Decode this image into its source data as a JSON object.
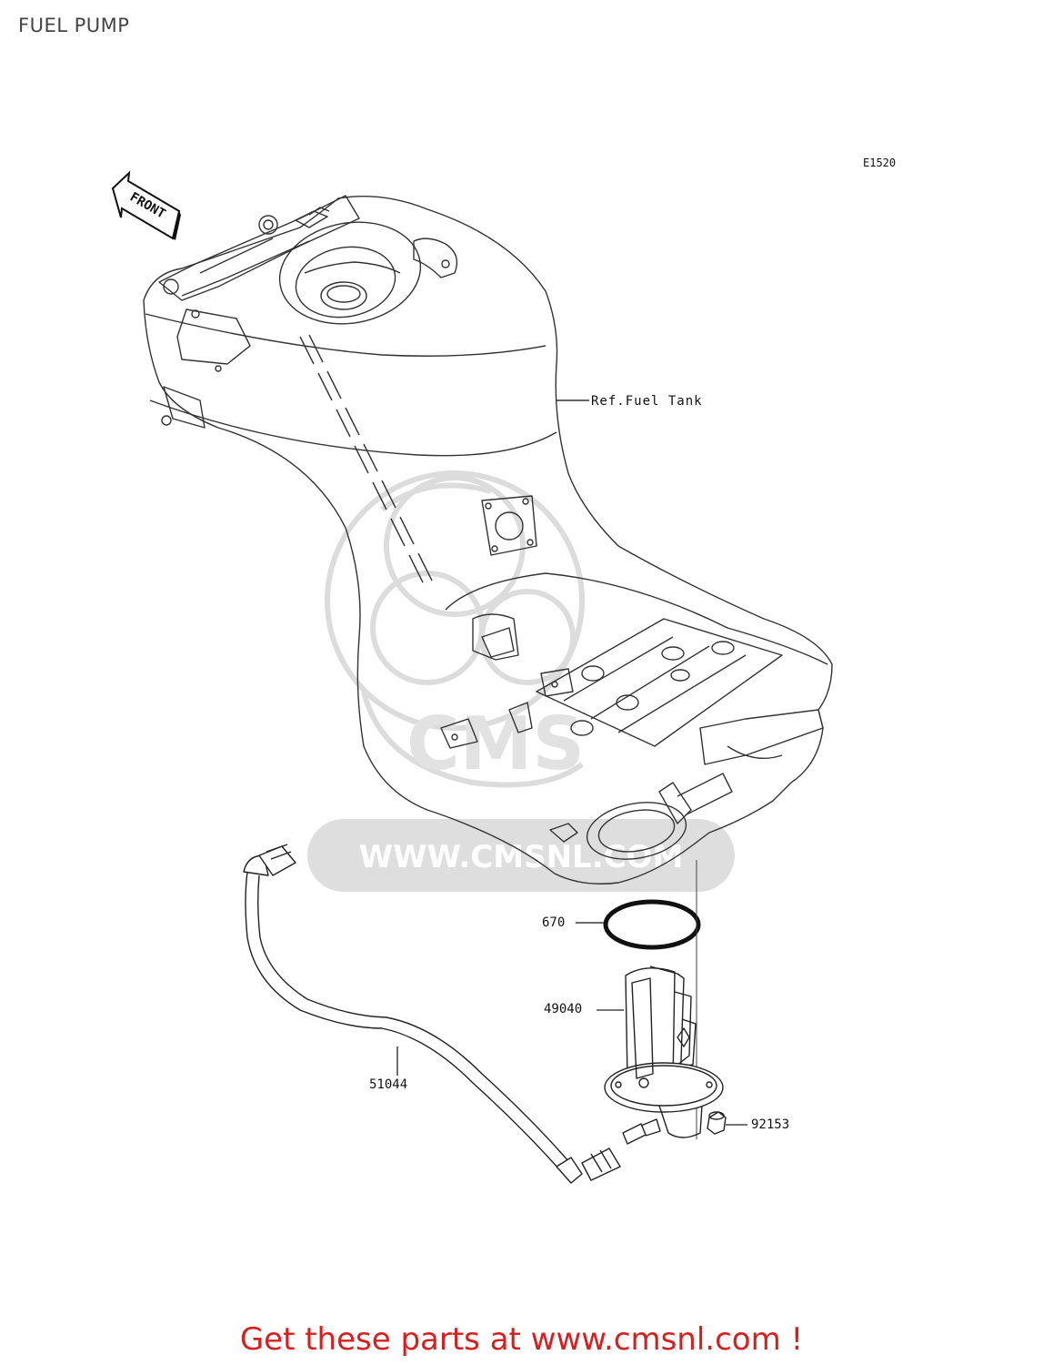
{
  "page": {
    "title": "FUEL PUMP",
    "diagram_code": "E1520"
  },
  "orientation": {
    "arrow_label": "FRONT"
  },
  "watermark": {
    "text": "WWW.CMSNL.COM",
    "logo_text": "CMS"
  },
  "callouts": {
    "fuel_tank_ref": "Ref.Fuel Tank",
    "o_ring": "670",
    "fuel_pump": "49040",
    "hose": "51044",
    "bolt": "92153"
  },
  "footer": {
    "link_text": "Get these parts at www.cmsnl.com !"
  },
  "colors": {
    "line": "#333333",
    "watermark": "#d9d9d9",
    "footer_text": "#d42020",
    "title_text": "#444444"
  }
}
